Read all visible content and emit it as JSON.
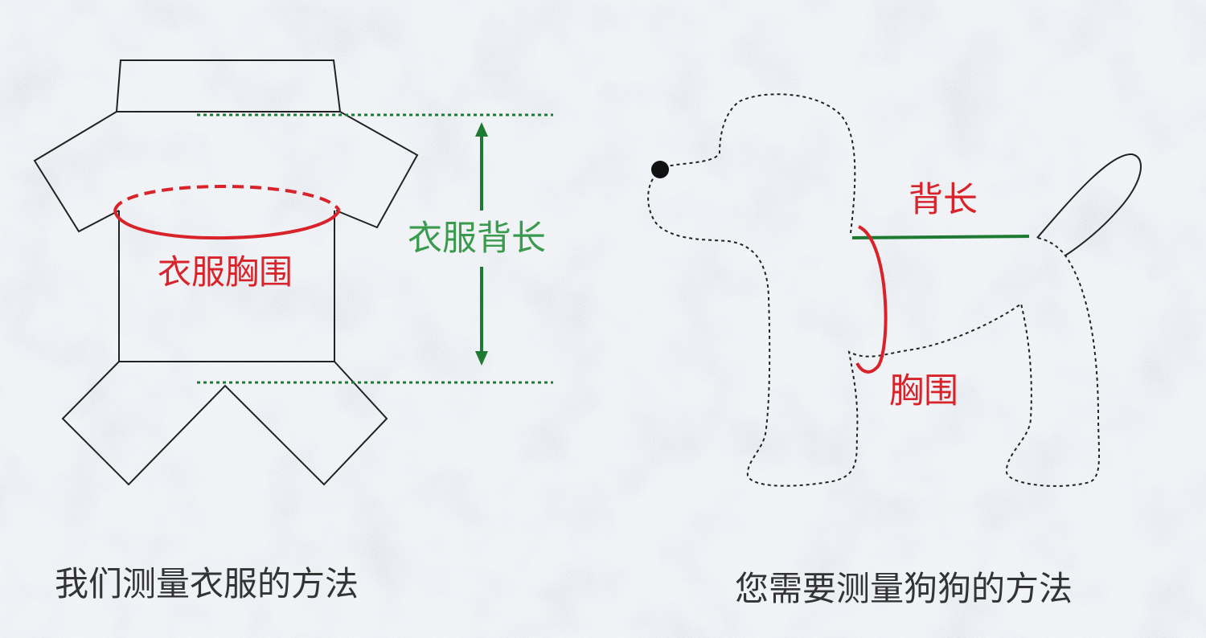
{
  "clothes_diagram": {
    "chest_label": "衣服胸围",
    "back_length_label": "衣服背长",
    "caption": "我们测量衣服的方法"
  },
  "dog_diagram": {
    "back_length_label": "背长",
    "chest_label": "胸围",
    "caption": "您需要测量狗狗的方法"
  },
  "colors": {
    "chest_red": "#d8232a",
    "back_green": "#1e7a32",
    "back_label_green": "#3a9a4e",
    "outline": "#222222",
    "caption": "#333333"
  }
}
